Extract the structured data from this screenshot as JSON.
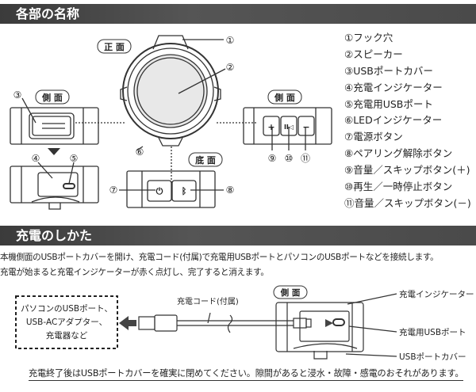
{
  "section1": {
    "title": "各部の名称"
  },
  "views": {
    "front": "正 面",
    "side": "側 面",
    "bottom": "底 面"
  },
  "callouts": [
    "①",
    "②",
    "③",
    "④",
    "⑤",
    "⑥",
    "⑦",
    "⑧",
    "⑨",
    "⑩",
    "⑪"
  ],
  "parts": [
    "①フック穴",
    "②スピーカー",
    "③USBポートカバー",
    "④充電インジケーター",
    "⑤充電用USBポート",
    "⑥LEDインジケーター",
    "⑦電源ボタン",
    "⑧ペアリング解除ボタン",
    "⑨音量／スキップボタン(＋)",
    "⑩再生／一時停止ボタン",
    "⑪音量／スキップボタン(－)"
  ],
  "section2": {
    "title": "充電のしかた"
  },
  "instructions": [
    "本機側面のUSBポートカバーを開け、充電コード(付属)で充電用USBポートとパソコンのUSBポートなどを接続します。",
    "充電が始まると充電インジケーターが赤く点灯し、完了すると消えます。"
  ],
  "charging_diagram": {
    "source_box": [
      "パソコンのUSBポート、",
      "USB-ACアダプター、",
      "充電器など"
    ],
    "cable_label": "充電コード(付属)",
    "side_label": "側 面",
    "labels": [
      "充電インジケーター",
      "充電用USBポート",
      "USBポートカバー"
    ]
  },
  "note": "充電終了後はUSBポートカバーを確実に閉めてください。隙間があると浸水・故障・感電のおそれがあります。"
}
